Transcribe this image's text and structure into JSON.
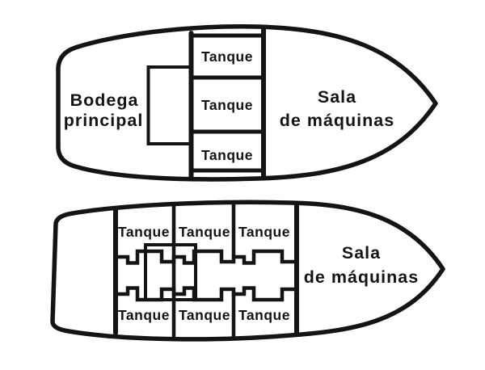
{
  "colors": {
    "ink": "#141414",
    "background": "#ffffff"
  },
  "ship_top": {
    "hold_label_line1": "Bodega",
    "hold_label_line2": "principal",
    "tanks": [
      "Tanque",
      "Tanque",
      "Tanque"
    ],
    "engine_room_line1": "Sala",
    "engine_room_line2": "de máquinas"
  },
  "ship_bottom": {
    "tanks_top": [
      "Tanque",
      "Tanque",
      "Tanque"
    ],
    "tanks_bottom": [
      "Tanque",
      "Tanque",
      "Tanque"
    ],
    "engine_room_line1": "Sala",
    "engine_room_line2": "de máquinas"
  }
}
